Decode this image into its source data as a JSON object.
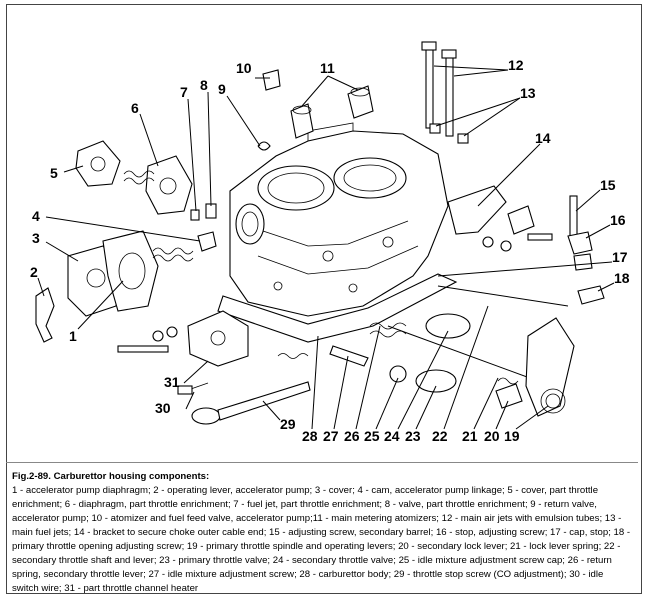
{
  "figure": {
    "heading": "Fig.2-89. Carburettor housing components:",
    "legend_text": "1 - accelerator pump diaphragm; 2 - operating lever, accelerator pump; 3 - cover; 4 - cam, accelerator pump linkage; 5 - cover, part throttle enrichment; 6 - diaphragm, part throttle enrichment; 7 - fuel jet, part throttle enrichment; 8 - valve, part throttle enrichment; 9 - return valve, accelerator pump; 10 - atomizer and fuel feed valve, accelerator pump;11 - main metering atomizers; 12 - main air jets with emulsion tubes; 13 - main fuel jets; 14 - bracket to secure choke outer cable end; 15 - adjusting screw, secondary barrel; 16 - stop, adjusting screw; 17 - cap, stop; 18 - primary throttle opening adjusting screw; 19 - primary throttle spindle and operating levers; 20 - secondary lock lever; 21 - lock lever spring; 22 - secondary throttle shaft and lever; 23 - primary throttle valve; 24 - secondary throttle valve; 25 - idle mixture adjustment screw cap; 26 - return spring, secondary throttle lever; 27 - idle mixture adjustment screw; 28 - carburettor body; 29 - throttle stop screw (CO adjustment); 30 - idle switch wire; 31 - part throttle channel heater"
  },
  "callouts": {
    "c1": "1",
    "c2": "2",
    "c3": "3",
    "c4": "4",
    "c5": "5",
    "c6": "6",
    "c7": "7",
    "c8": "8",
    "c9": "9",
    "c10": "10",
    "c11": "11",
    "c12": "12",
    "c13": "13",
    "c14": "14",
    "c15": "15",
    "c16": "16",
    "c17": "17",
    "c18": "18",
    "c19": "19",
    "c20": "20",
    "c21": "21",
    "c22": "22",
    "c23": "23",
    "c24": "24",
    "c25": "25",
    "c26": "26",
    "c27": "27",
    "c28": "28",
    "c29": "29",
    "c30": "30",
    "c31": "31"
  }
}
